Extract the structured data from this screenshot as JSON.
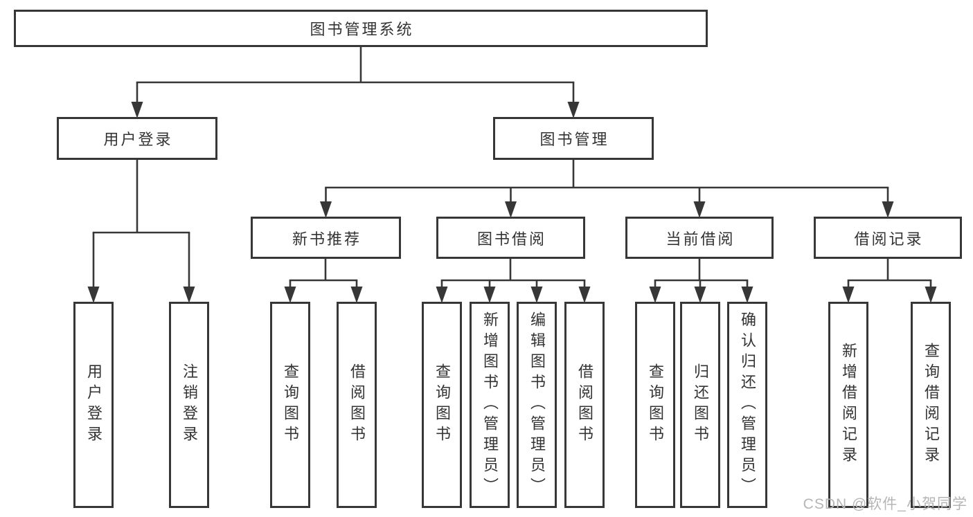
{
  "diagram": {
    "root": "图书管理系统",
    "branches": [
      {
        "label": "用户登录",
        "children": [
          "用户登录",
          "注销登录"
        ]
      },
      {
        "label": "图书管理",
        "groups": [
          {
            "label": "新书推荐",
            "children": [
              "查询图书",
              "借阅图书"
            ]
          },
          {
            "label": "图书借阅",
            "children": [
              "查询图书",
              "新增图书（管理员）",
              "编辑图书（管理员）",
              "借阅图书"
            ]
          },
          {
            "label": "当前借阅",
            "children": [
              "查询图书",
              "归还图书",
              "确认归还（管理员）"
            ]
          },
          {
            "label": "借阅记录",
            "children": [
              "新增借阅记录",
              "查询借阅记录"
            ]
          }
        ]
      }
    ]
  },
  "colors": {
    "line": "#373737",
    "text": "#333333",
    "watermark": "#b5b5b5",
    "background": "#ffffff"
  },
  "watermark": "CSDN @软件_小贺同学"
}
